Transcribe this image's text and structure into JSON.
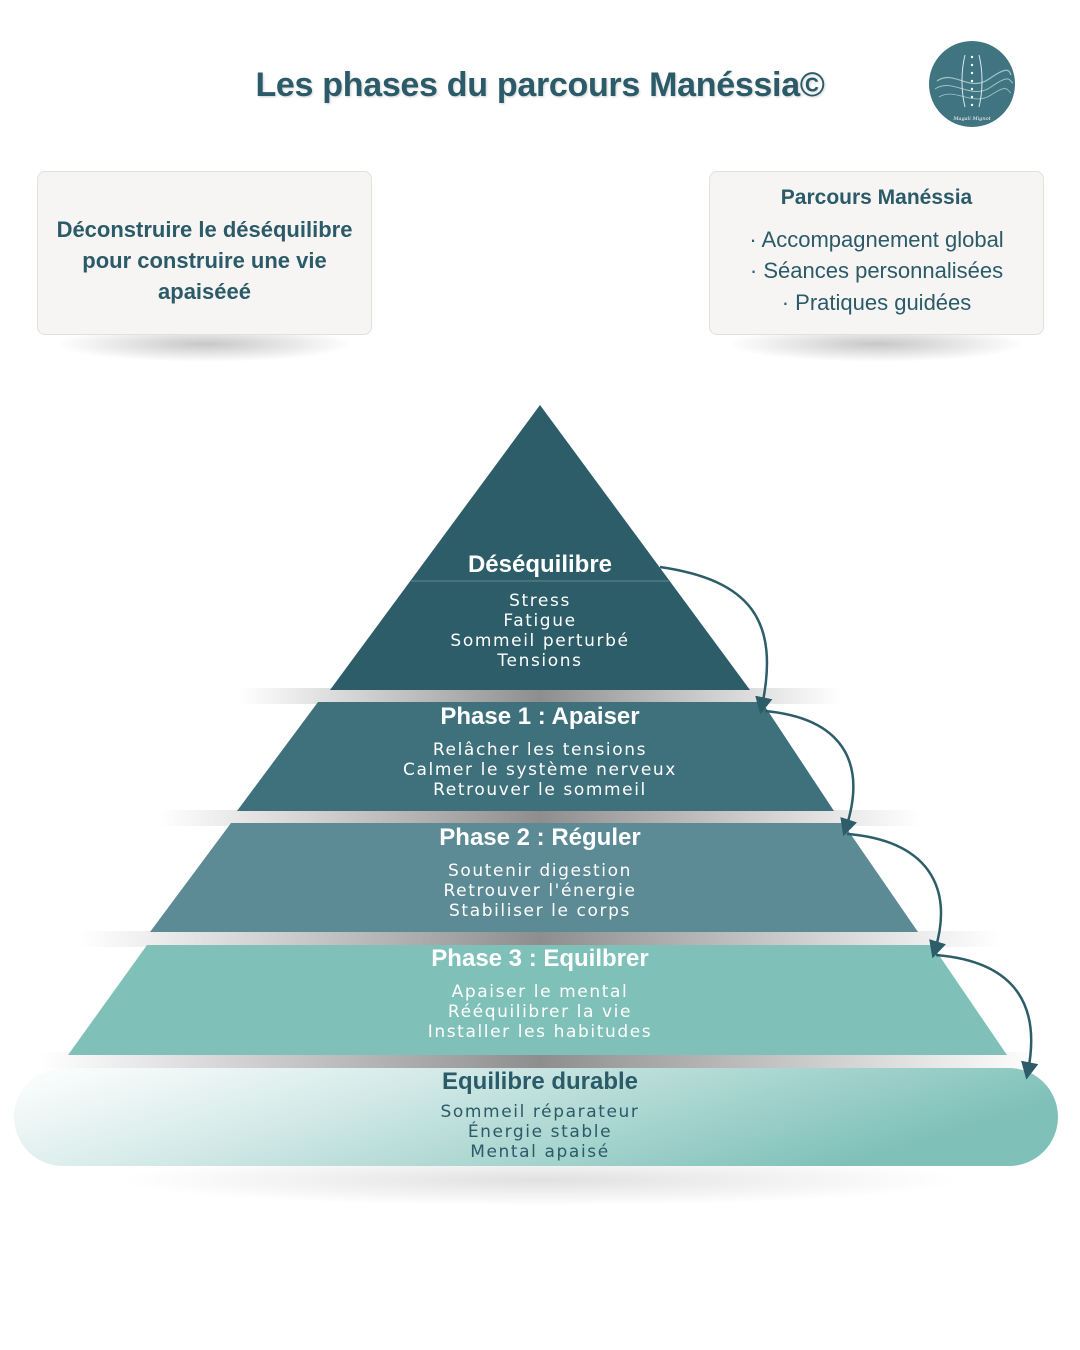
{
  "header": {
    "title": "Les phases du parcours Manéssia©",
    "logo_text": "Magali Mignot"
  },
  "card_left": {
    "lines": [
      "Déconstruire le déséquilibre",
      "pour construire une vie",
      "apaiséeé"
    ]
  },
  "card_right": {
    "title": "Parcours Manéssia",
    "items": [
      "· Accompagnement global",
      "· Séances personnalisées",
      "· Pratiques guidées"
    ]
  },
  "pyramid": {
    "tiers": [
      {
        "title": "Déséquilibre",
        "items": [
          "Stress",
          "Fatigue",
          "Sommeil perturbé",
          "Tensions"
        ]
      },
      {
        "title": "Phase 1 : Apaiser",
        "items": [
          "Relâcher les tensions",
          "Calmer le système nerveux",
          "Retrouver le sommeil"
        ]
      },
      {
        "title": "Phase 2 : Réguler",
        "items": [
          "Soutenir digestion",
          "Retrouver l'énergie",
          "Stabiliser le corps"
        ]
      },
      {
        "title": "Phase 3 : Equilbrer",
        "items": [
          "Apaiser le mental",
          "Rééquilibrer la vie",
          "Installer les habitudes"
        ]
      },
      {
        "title": "Equilibre durable",
        "items": [
          "Sommeil réparateur",
          "Énergie stable",
          "Mental apaisé"
        ]
      }
    ],
    "colors": [
      "#2c5d68",
      "#3f717d",
      "#5c8b95",
      "#7fc1b9",
      "#cfe5e2"
    ]
  }
}
